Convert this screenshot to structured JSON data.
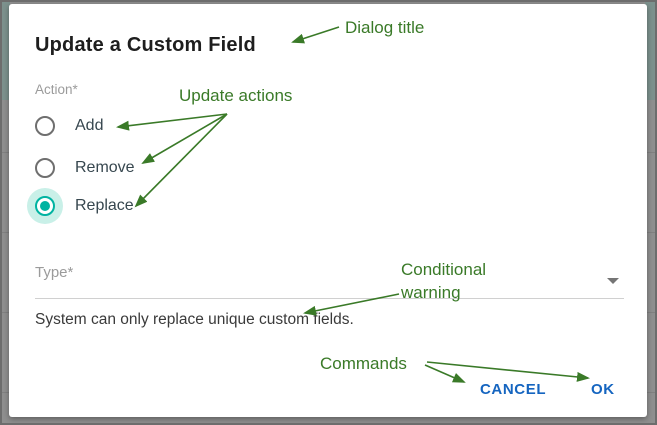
{
  "dialog": {
    "title": "Update a Custom Field",
    "fields": {
      "action_label": "Action*",
      "type_label": "Type*"
    },
    "radios": [
      {
        "label": "Add",
        "selected": false
      },
      {
        "label": "Remove",
        "selected": false
      },
      {
        "label": "Replace",
        "selected": true
      }
    ],
    "warning": "System can only replace unique custom fields.",
    "buttons": {
      "cancel": "CANCEL",
      "ok": "OK"
    }
  },
  "annotations": {
    "dialog_title": "Dialog title",
    "update_actions": "Update actions",
    "conditional_warning": "Conditional warning",
    "commands": "Commands"
  },
  "colors": {
    "annotation_green": "#3a7a28",
    "button_blue": "#1565c0",
    "radio_selected_teal": "#00b3a1",
    "radio_halo_teal": "#c9f0e8",
    "background_gray": "#8f8f8f",
    "background_teal_strip": "#7c918d"
  }
}
